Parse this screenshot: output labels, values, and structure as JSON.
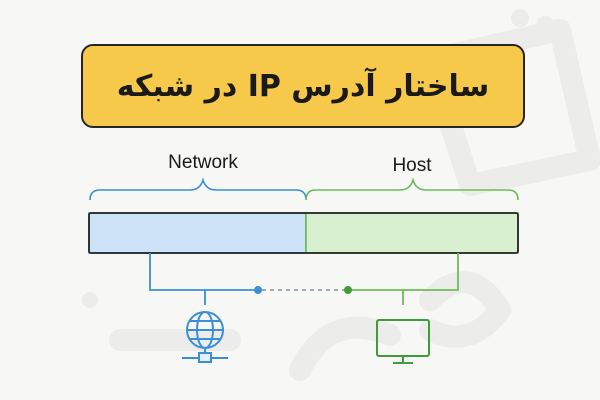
{
  "title": "ساختار آدرس IP در شبکه",
  "segments": {
    "network_label": "Network",
    "host_label": "Host"
  },
  "colors": {
    "title_bg": "#f6c94a",
    "network_fill": "#cfe3f8",
    "network_stroke": "#3b8fd8",
    "host_fill": "#d8f0cf",
    "host_stroke": "#6cbd5a",
    "outline": "#262626"
  },
  "icons": {
    "network": "globe-network-icon",
    "host": "monitor-icon"
  }
}
